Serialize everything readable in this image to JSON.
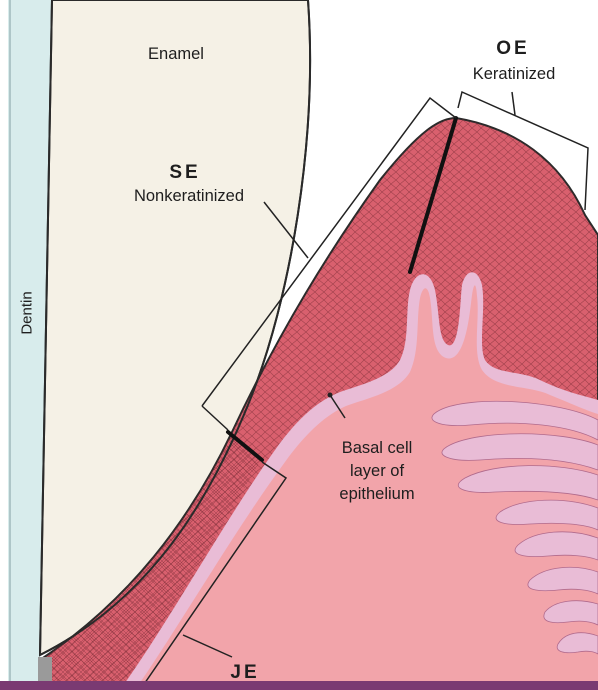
{
  "labels": {
    "enamel": "Enamel",
    "dentin": "Dentin",
    "oe": "OE",
    "keratinized": "Keratinized",
    "se": "SE",
    "nonkeratinized": "Nonkeratinized",
    "basal_1": "Basal cell",
    "basal_2": "layer of",
    "basal_3": "epithelium",
    "je": "JE"
  },
  "colors": {
    "background": "#ffffff",
    "dentin": "#d8ecec",
    "enamel": "#f5f1e6",
    "epithelium": "#d9606e",
    "connective_tissue": "#f2a4aa",
    "basal_layer": "#e9bcd6",
    "bottom_bar": "#7a3a72"
  }
}
